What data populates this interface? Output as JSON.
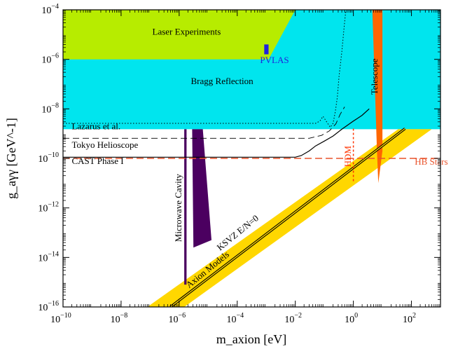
{
  "chart_data": {
    "type": "area",
    "xlabel": "m_axion [eV]",
    "ylabel": "g_aγγ [GeV^-1]",
    "x_scale": "log",
    "y_scale": "log",
    "xlim": [
      1e-10,
      1000
    ],
    "ylim": [
      1e-16,
      0.0001
    ],
    "x_ticks": [
      {
        "v": 1e-10,
        "base": "10",
        "exp": "−10"
      },
      {
        "v": 1e-08,
        "base": "10",
        "exp": "−8"
      },
      {
        "v": 1e-06,
        "base": "10",
        "exp": "−6"
      },
      {
        "v": 0.0001,
        "base": "10",
        "exp": "−4"
      },
      {
        "v": 0.01,
        "base": "10",
        "exp": "−2"
      },
      {
        "v": 1,
        "base": "10",
        "exp": "0"
      },
      {
        "v": 100,
        "base": "10",
        "exp": "2"
      }
    ],
    "y_ticks": [
      {
        "v": 1e-16,
        "base": "10",
        "exp": "−16"
      },
      {
        "v": 1e-14,
        "base": "10",
        "exp": "−14"
      },
      {
        "v": 1e-12,
        "base": "10",
        "exp": "−12"
      },
      {
        "v": 1e-10,
        "base": "10",
        "exp": "−10"
      },
      {
        "v": 1e-08,
        "base": "10",
        "exp": "−8"
      },
      {
        "v": 1e-06,
        "base": "10",
        "exp": "−6"
      },
      {
        "v": 0.0001,
        "base": "10",
        "exp": "−4"
      }
    ],
    "regions": [
      {
        "name": "Bragg Reflection",
        "color": "#00e5ee",
        "points": [
          [
            1e-10,
            0.0001
          ],
          [
            1000,
            0.0001
          ],
          [
            1000,
            1.5e-09
          ],
          [
            1e-10,
            1.5e-09
          ]
        ],
        "label": {
          "text": "Bragg Reflection",
          "x": 3e-05,
          "y": 1e-07
        }
      },
      {
        "name": "Laser Experiments",
        "color": "#b7ec00",
        "points": [
          [
            1e-10,
            0.0001
          ],
          [
            0.01,
            0.0001
          ],
          [
            0.0012,
            1e-06
          ],
          [
            1e-10,
            1e-06
          ]
        ],
        "label": {
          "text": "Laser Experiments",
          "x": 1.8e-06,
          "y": 1e-05
        }
      },
      {
        "name": "Axion Models",
        "color": "#ffd700",
        "points": [
          [
            8e-08,
            1e-16
          ],
          [
            1.5e-06,
            1e-16
          ],
          [
            500,
            1.5e-09
          ],
          [
            35,
            1.5e-09
          ]
        ],
        "label": {
          "text": "Axion Models",
          "x": 1.1e-05,
          "y": 2.6e-15,
          "angle": -39
        }
      },
      {
        "name": "Telescope",
        "color": "#ff6600",
        "points": [
          [
            4.5,
            0.0001
          ],
          [
            10,
            0.0001
          ],
          [
            10,
            2e-10
          ],
          [
            7.2,
            1e-11
          ],
          [
            6.5,
            2e-10
          ]
        ],
        "label": {
          "text": "Telescope",
          "x": 6.8,
          "y": 2e-07,
          "angle": -90
        }
      },
      {
        "name": "Microwave Cavity",
        "color": "#4b0060",
        "points": [
          [
            1.5e-06,
            1.5e-09
          ],
          [
            1.8e-06,
            1.5e-09
          ],
          [
            1.8e-06,
            8e-16
          ],
          [
            1.5e-06,
            8e-16
          ]
        ],
        "label": {
          "text": "Microwave Cavity",
          "x": 1.2e-06,
          "y": 1e-12,
          "angle": -90
        }
      },
      {
        "name": "Microwave Cavity 2",
        "color": "#4b0060",
        "points": [
          [
            2.8e-06,
            1.5e-09
          ],
          [
            6.5e-06,
            1.5e-09
          ],
          [
            1.3e-05,
            5e-14
          ],
          [
            3.1e-06,
            2.5e-14
          ]
        ],
        "label": null
      },
      {
        "name": "PVLAS",
        "color": "#2222dd",
        "points": [
          [
            0.00085,
            4e-06
          ],
          [
            0.0012,
            4e-06
          ],
          [
            0.0012,
            1.6e-06
          ],
          [
            0.00085,
            1.6e-06
          ]
        ],
        "label": null
      }
    ],
    "lines": [
      {
        "name": "KSVZ E/N=0",
        "color": "#000000",
        "double": true,
        "width": 1.1,
        "dash": "",
        "points": [
          [
            5e-07,
            1e-16
          ],
          [
            60,
            1.6e-09
          ]
        ],
        "label": {
          "text": "KSVZ E/N=0",
          "x": 0.00012,
          "y": 8e-14,
          "angle": -39
        }
      },
      {
        "name": "CAST Phase I",
        "color": "#000000",
        "double": false,
        "width": 1.2,
        "dash": "",
        "points": [
          [
            1e-10,
            1.12e-10
          ],
          [
            0.01,
            1.12e-10
          ],
          [
            0.016,
            1.3e-10
          ],
          [
            0.03,
            2e-10
          ],
          [
            0.05,
            3.2e-10
          ],
          [
            0.1,
            5e-10
          ],
          [
            0.2,
            8e-10
          ],
          [
            0.4,
            1.5e-09
          ],
          [
            1,
            3.2e-09
          ],
          [
            2,
            5.5e-09
          ],
          [
            3.5,
            1e-08
          ]
        ],
        "label": {
          "text": "CAST Phase I",
          "x": 2e-10,
          "y": 6e-11
        }
      },
      {
        "name": "Tokyo Helioscope",
        "color": "#000000",
        "double": false,
        "width": 0.9,
        "dash": "9,5",
        "points": [
          [
            1e-10,
            6.5e-10
          ],
          [
            0.03,
            6.5e-10
          ],
          [
            0.08,
            8.5e-10
          ],
          [
            0.15,
            1.3e-09
          ],
          [
            0.25,
            2.5e-09
          ],
          [
            0.35,
            6e-09
          ],
          [
            0.5,
            1.2e-08
          ]
        ],
        "label": {
          "text": "Tokyo Helioscope",
          "x": 2e-10,
          "y": 2.7e-10
        }
      },
      {
        "name": "Lazarus et al.",
        "color": "#000000",
        "double": false,
        "width": 1.0,
        "dash": "1.5,2.5",
        "points": [
          [
            1e-10,
            2.6e-09
          ],
          [
            0.05,
            2.6e-09
          ],
          [
            0.07,
            3.2e-09
          ],
          [
            0.09,
            5e-09
          ],
          [
            0.12,
            3e-09
          ],
          [
            0.16,
            1.8e-09
          ],
          [
            0.2,
            2.6e-09
          ],
          [
            0.24,
            8e-09
          ],
          [
            0.28,
            3e-08
          ],
          [
            0.32,
            2e-07
          ],
          [
            0.4,
            2e-06
          ],
          [
            0.48,
            2e-05
          ],
          [
            0.55,
            0.0001
          ]
        ],
        "label": {
          "text": "Lazarus et al.",
          "x": 2e-10,
          "y": 1.5e-09
        }
      },
      {
        "name": "HDM",
        "color": "#ff3300",
        "double": false,
        "width": 1.5,
        "dash": "3,3",
        "points": [
          [
            1,
            1.6e-09
          ],
          [
            1,
            1e-11
          ]
        ],
        "label": {
          "text": "HDM",
          "x": 0.82,
          "y": 1.2e-10,
          "angle": -90,
          "color": "#ff3300"
        }
      },
      {
        "name": "HB Stars",
        "color": "#e9532c",
        "double": false,
        "width": 1.5,
        "dash": "10,5",
        "points": [
          [
            1e-10,
            1e-10
          ],
          [
            1000,
            1e-10
          ]
        ],
        "label": {
          "text": "HB Stars",
          "x": 130,
          "y": 5.5e-11,
          "color": "#e9532c"
        }
      }
    ],
    "annotations": [
      {
        "text": "PV",
        "color": "#2222dd"
      },
      {
        "text": "LAS",
        "color": "#2222dd"
      }
    ]
  }
}
